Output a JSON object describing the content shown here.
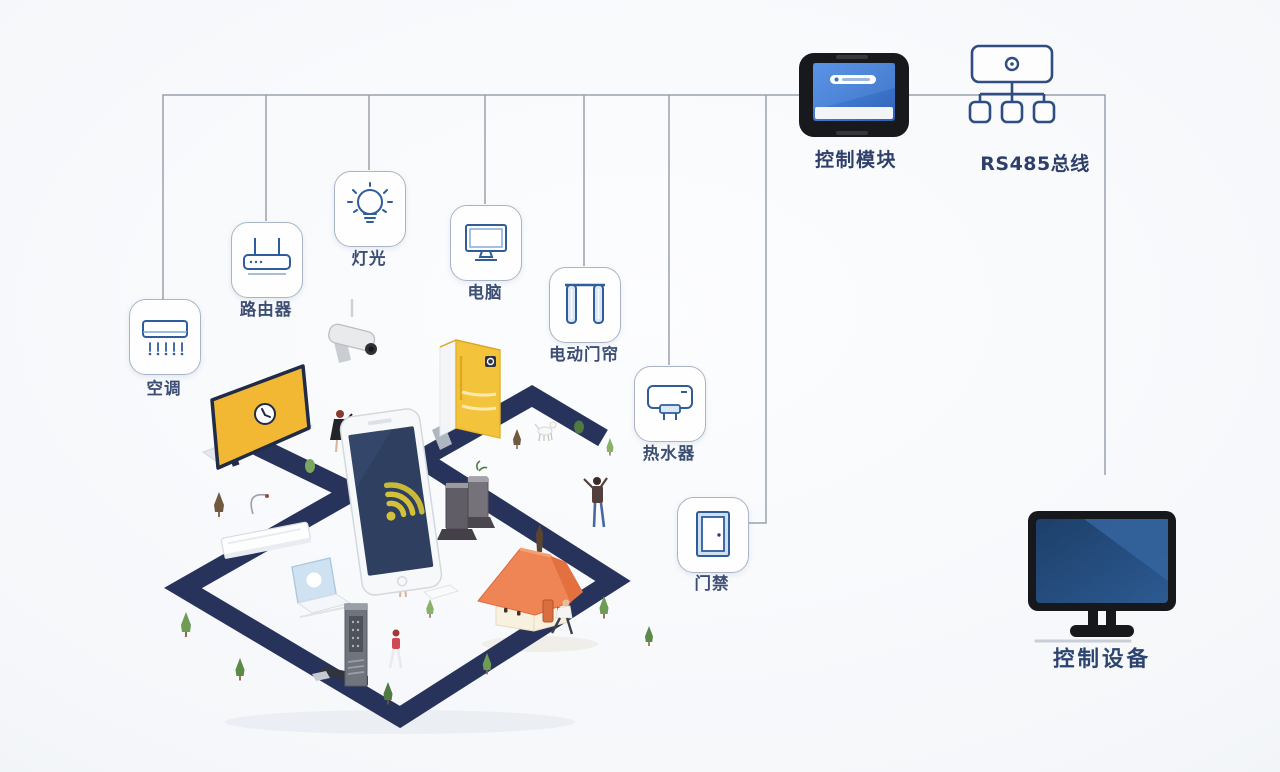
{
  "diagram": {
    "devices": [
      {
        "id": "air-conditioner",
        "label": "空调"
      },
      {
        "id": "router",
        "label": "路由器"
      },
      {
        "id": "lighting",
        "label": "灯光"
      },
      {
        "id": "computer",
        "label": "电脑"
      },
      {
        "id": "electric-curtain",
        "label": "电动门帘"
      },
      {
        "id": "water-heater",
        "label": "热水器"
      },
      {
        "id": "door-access",
        "label": "门禁"
      }
    ],
    "control_module": {
      "label": "控制模块"
    },
    "rs485_bus": {
      "label": "RS485总线"
    },
    "control_device": {
      "label": "控制设备"
    }
  },
  "scene": {
    "elements": [
      "billboard-clock",
      "cctv-camera",
      "refrigerator",
      "smartphone-with-wifi",
      "air-conditioner-unit",
      "laptop",
      "smart-door-lock",
      "tower-speakers",
      "house",
      "isometric-path-loop",
      "trees",
      "people",
      "dog"
    ]
  },
  "colors": {
    "path_navy": "#27335b",
    "wifi_yellow": "#d3c13a",
    "billboard_yellow": "#f2b733",
    "fridge_yellow": "#f3c33c",
    "roof_orange": "#ef8455",
    "icon_stroke_blue": "#2f5d99",
    "module_screen_blue": "#3e7cd6",
    "label_text": "#3c4e74",
    "connector_gray": "#9aa1ac"
  }
}
